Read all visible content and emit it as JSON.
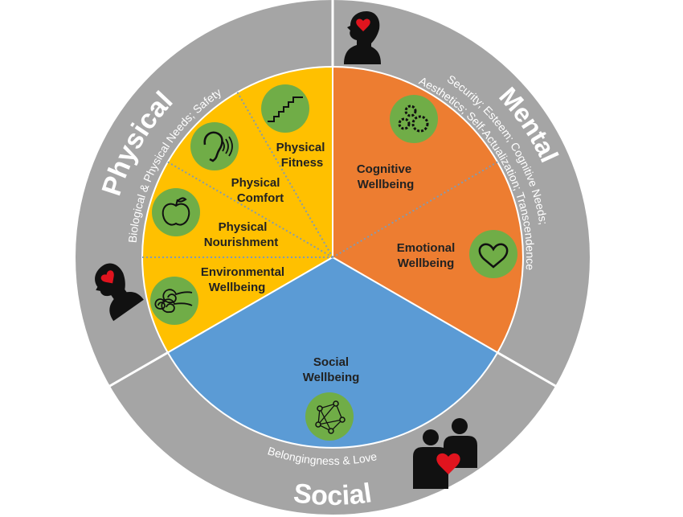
{
  "colors": {
    "ring": "#a5a5a5",
    "physical": "#ffc000",
    "mental": "#ed7d31",
    "social": "#5b9bd5",
    "icon_bg": "#70ad47",
    "heart": "#e0141e"
  },
  "ring": {
    "physical": {
      "title": "Physical",
      "subtitle": "Biological & Physical Needs; Safety"
    },
    "mental": {
      "title": "Mental",
      "subtitle_1": "Security; Esteem; Cognitive Needs;",
      "subtitle_2": "Aesthetics; Self-Actualization; Transcendence"
    },
    "social": {
      "title": "Social",
      "subtitle": "Belongingness & Love"
    }
  },
  "segments": {
    "physical_fitness": {
      "line1": "Physical",
      "line2": "Fitness",
      "icon": "stairs-icon"
    },
    "physical_comfort": {
      "line1": "Physical",
      "line2": "Comfort",
      "icon": "ear-icon"
    },
    "physical_nourishment": {
      "line1": "Physical",
      "line2": "Nourishment",
      "icon": "apple-icon"
    },
    "environmental_wellbeing": {
      "line1": "Environmental",
      "line2": "Wellbeing",
      "icon": "wind-icon"
    },
    "cognitive_wellbeing": {
      "line1": "Cognitive",
      "line2": "Wellbeing",
      "icon": "gears-icon"
    },
    "emotional_wellbeing": {
      "line1": "Emotional",
      "line2": "Wellbeing",
      "icon": "heart-icon"
    },
    "social_wellbeing": {
      "line1": "Social",
      "line2": "Wellbeing",
      "icon": "network-icon"
    }
  }
}
